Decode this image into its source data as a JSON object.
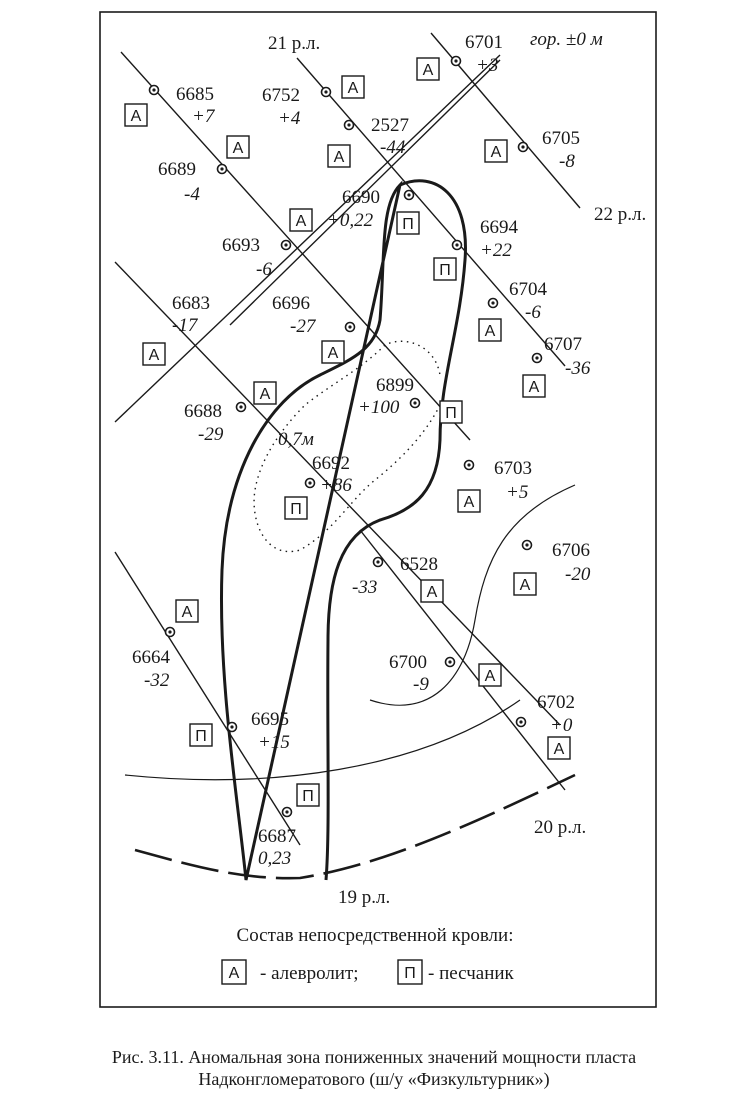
{
  "lines": {
    "l21": "21 р.л.",
    "l22": "22 р.л.",
    "l20": "20 р.л.",
    "l19": "19 р.л.",
    "hor": "гор. ±0 м",
    "thick": "0,7м"
  },
  "wells": [
    {
      "id": "6701",
      "val": "+3",
      "lith": "А"
    },
    {
      "id": "6685",
      "val": "+7",
      "lith": "А"
    },
    {
      "id": "6752",
      "val": "+4",
      "lith": "А"
    },
    {
      "id": "2527",
      "val": "-44",
      "lith": "А"
    },
    {
      "id": "6705",
      "val": "-8",
      "lith": "А"
    },
    {
      "id": "6689",
      "val": "-4",
      "lith": "А"
    },
    {
      "id": "6690",
      "val": "+0,22",
      "lith": "А"
    },
    {
      "id": "6694",
      "val": "+22",
      "lith": "П"
    },
    {
      "id": "6693",
      "val": "-6",
      "lith": "П"
    },
    {
      "id": "6704",
      "val": "-6",
      "lith": "А"
    },
    {
      "id": "6683",
      "val": "-17",
      "lith": "А"
    },
    {
      "id": "6696",
      "val": "-27",
      "lith": "А"
    },
    {
      "id": "6707",
      "val": "-36",
      "lith": "А"
    },
    {
      "id": "6899",
      "val": "+100",
      "lith": "П"
    },
    {
      "id": "6688",
      "val": "-29",
      "lith": "А"
    },
    {
      "id": "6692",
      "val": "+86",
      "lith": "П"
    },
    {
      "id": "6703",
      "val": "+5",
      "lith": "А"
    },
    {
      "id": "6706",
      "val": "-20",
      "lith": "А"
    },
    {
      "id": "6528",
      "val": "-33",
      "lith": "А"
    },
    {
      "id": "6664",
      "val": "-32",
      "lith": "А"
    },
    {
      "id": "6700",
      "val": "-9",
      "lith": "А"
    },
    {
      "id": "6702",
      "val": "+0",
      "lith": "А"
    },
    {
      "id": "6695",
      "val": "+15",
      "lith": "П"
    },
    {
      "id": "6687",
      "val": "0,23",
      "lith": "П"
    }
  ],
  "legend": {
    "title": "Состав непосредственной кровли:",
    "a_symbol": "А",
    "a_text": "- алевролит;",
    "p_symbol": "П",
    "p_text": "- песчаник"
  },
  "caption": {
    "line1": "Рис. 3.11. Аномальная зона пониженных значений мощности пласта",
    "line2": "Надконгломератового (ш/у «Физкультурник»)"
  }
}
